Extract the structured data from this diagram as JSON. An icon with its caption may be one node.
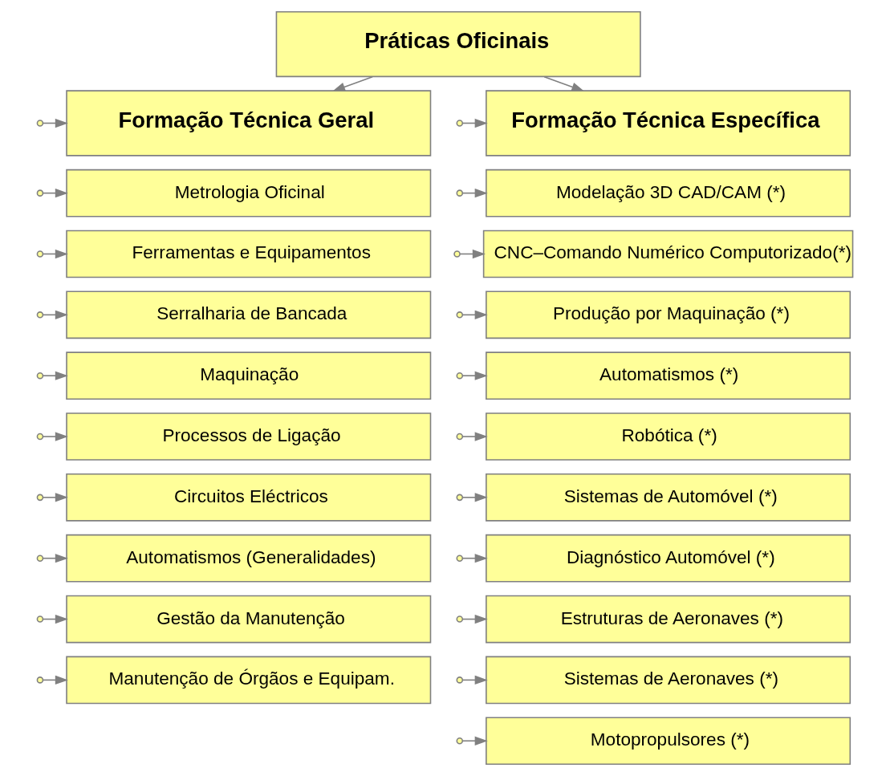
{
  "diagram": {
    "nodes": [
      {
        "text": [
          "Práticas Oficinais"
        ]
      },
      {
        "text": [
          "Formação Técnica Geral"
        ]
      },
      {
        "text": [
          "Metrologia Oficinal"
        ]
      },
      {
        "text": [
          "Ferramentas e Equipamentos"
        ]
      },
      {
        "text": [
          "Serralharia de Bancada"
        ]
      },
      {
        "text": [
          "Maquinação"
        ]
      },
      {
        "text": [
          "Processos de Ligação"
        ]
      },
      {
        "text": [
          "Circuitos Eléctricos"
        ]
      },
      {
        "text": [
          "Automatismos (Generalidades)"
        ]
      },
      {
        "text": [
          "Gestão da Manutenção"
        ]
      },
      {
        "text": [
          "Manutenção de Órgãos e Equipam."
        ]
      },
      {
        "text": [
          "Formação Técnica Específica"
        ]
      },
      {
        "text": [
          "Modelação 3D CAD/CAM (*)"
        ]
      },
      {
        "text": [
          "CNC–Comando Numérico Computorizado(*)"
        ]
      },
      {
        "text": [
          "Produção por Maquinação (*)"
        ]
      },
      {
        "text": [
          "Automatismos (*)"
        ]
      },
      {
        "text": [
          "Robótica (*)"
        ]
      },
      {
        "text": [
          "Sistemas de Automóvel (*)"
        ]
      },
      {
        "text": [
          "Diagnóstico Automóvel (*)"
        ]
      },
      {
        "text": [
          "Estruturas de Aeronaves (*)"
        ]
      },
      {
        "text": [
          "Sistemas de Aeronaves (*)"
        ]
      },
      {
        "text": [
          "Motopropulsores (*)"
        ]
      }
    ],
    "edges": [
      {
        "from": 0,
        "to": 1,
        "arrow": "to"
      },
      {
        "from": 0,
        "to": 11,
        "arrow": "to"
      },
      {
        "from": null,
        "to": 1,
        "arrow": "to"
      },
      {
        "from": null,
        "to": 2,
        "arrow": "to"
      },
      {
        "from": null,
        "to": 3,
        "arrow": "to"
      },
      {
        "from": null,
        "to": 4,
        "arrow": "to"
      },
      {
        "from": null,
        "to": 5,
        "arrow": "to"
      },
      {
        "from": null,
        "to": 6,
        "arrow": "to"
      },
      {
        "from": null,
        "to": 7,
        "arrow": "to"
      },
      {
        "from": null,
        "to": 8,
        "arrow": "to"
      },
      {
        "from": null,
        "to": 9,
        "arrow": "to"
      },
      {
        "from": null,
        "to": 10,
        "arrow": "to"
      },
      {
        "from": null,
        "to": 11,
        "arrow": "to"
      },
      {
        "from": null,
        "to": 12,
        "arrow": "to"
      },
      {
        "from": null,
        "to": 13,
        "arrow": "to"
      },
      {
        "from": null,
        "to": 14,
        "arrow": "to"
      },
      {
        "from": null,
        "to": 15,
        "arrow": "to"
      },
      {
        "from": null,
        "to": 16,
        "arrow": "to"
      },
      {
        "from": null,
        "to": 17,
        "arrow": "to"
      },
      {
        "from": null,
        "to": 18,
        "arrow": "to"
      },
      {
        "from": null,
        "to": 19,
        "arrow": "to"
      },
      {
        "from": null,
        "to": 20,
        "arrow": "to"
      },
      {
        "from": null,
        "to": 21,
        "arrow": "to"
      }
    ]
  }
}
